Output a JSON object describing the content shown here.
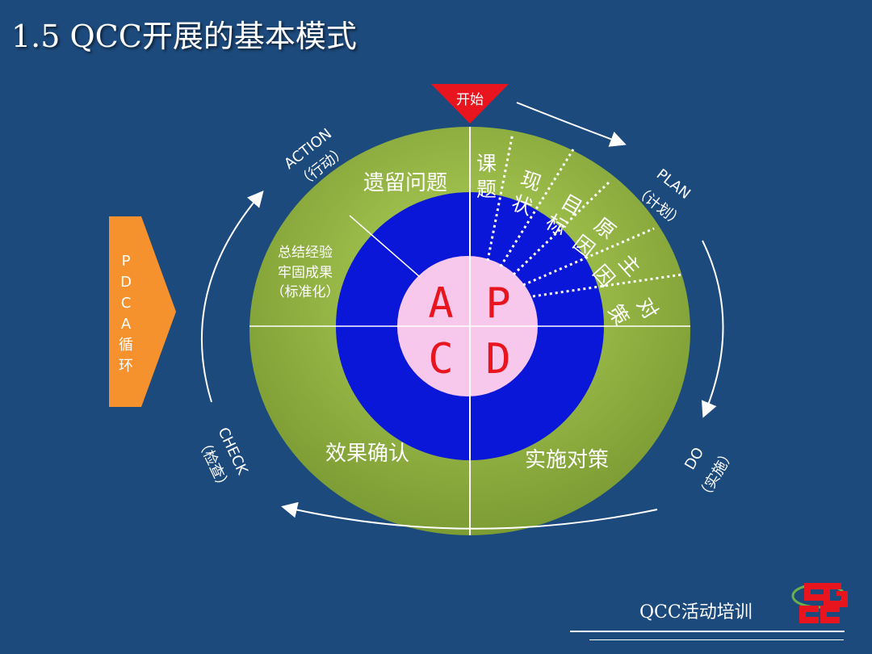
{
  "title": "1.5  QCC开展的基本模式",
  "start_label": "开始",
  "side_label_letters": [
    "P",
    "D",
    "C",
    "A",
    "循",
    "环"
  ],
  "phases": {
    "action_en": "ACTION",
    "action_cn": "（行动）",
    "plan_en": "PLAN",
    "plan_cn": "（计划）",
    "do_en": "DO",
    "do_cn": "（实施）",
    "check_en": "CHECK",
    "check_cn": "（检查）"
  },
  "quadrants": {
    "action": "遗留问题",
    "do": "实施对策",
    "check": "效果确认"
  },
  "summary_lines": [
    "总结经验",
    "牢固成果",
    "（标准化）"
  ],
  "plan_steps": [
    [
      "课",
      "题"
    ],
    [
      "现",
      "状"
    ],
    [
      "目",
      "标"
    ],
    [
      "原",
      "因"
    ],
    [
      "主",
      "因"
    ],
    [
      "对",
      "策"
    ]
  ],
  "center_letters": [
    "A",
    "P",
    "C",
    "D"
  ],
  "footer": "QCC活动培训",
  "colors": {
    "background": "#1d4a7c",
    "outer_ring": "#8fb040",
    "middle_ring": "#0a16d8",
    "center": "#f7c8ec",
    "center_letters": "#e8141e",
    "start_marker": "#e8141e",
    "side_arrow": "#f5922e"
  }
}
